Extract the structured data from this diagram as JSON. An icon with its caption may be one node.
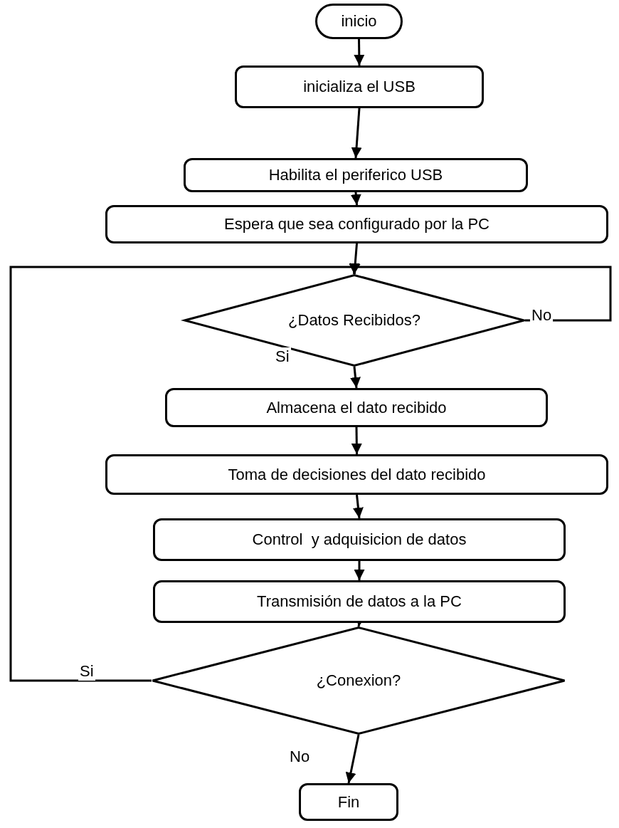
{
  "diagram": {
    "nodes": [
      {
        "text": [
          "inicio"
        ]
      },
      {
        "text": [
          "inicializa el USB"
        ]
      },
      {
        "text": [
          "Habilita el periferico USB"
        ]
      },
      {
        "text": [
          "Espera que sea configurado por la PC"
        ]
      },
      {
        "text": [
          "¿Datos Recibidos?"
        ]
      },
      {
        "text": [
          "Almacena el dato recibido"
        ]
      },
      {
        "text": [
          "Toma de decisiones del dato recibido"
        ]
      },
      {
        "text": [
          "Control  y adquisicion de datos"
        ]
      },
      {
        "text": [
          "Transmisión de datos a la PC"
        ]
      },
      {
        "text": [
          "¿Conexion?"
        ]
      },
      {
        "text": [
          "Fin"
        ]
      }
    ],
    "edges": [
      {
        "from": 0,
        "to": 1,
        "arrow": "to"
      },
      {
        "from": 1,
        "to": 2,
        "arrow": "to"
      },
      {
        "from": 2,
        "to": 3,
        "arrow": "to"
      },
      {
        "from": 3,
        "to": 4,
        "arrow": "to"
      },
      {
        "from": 4,
        "to": 5,
        "arrow": "to",
        "label": "Si"
      },
      {
        "from": 5,
        "to": 6,
        "arrow": "to"
      },
      {
        "from": 6,
        "to": 7,
        "arrow": "to"
      },
      {
        "from": 7,
        "to": 8,
        "arrow": "to"
      },
      {
        "from": 8,
        "to": 9,
        "arrow": "to"
      },
      {
        "from": 9,
        "to": 10,
        "arrow": "to",
        "label": "No"
      },
      {
        "from": 4,
        "to": 4,
        "arrow": "to",
        "label": "No"
      },
      {
        "from": 9,
        "to": 4,
        "arrow": "to",
        "label": "Si"
      }
    ]
  }
}
